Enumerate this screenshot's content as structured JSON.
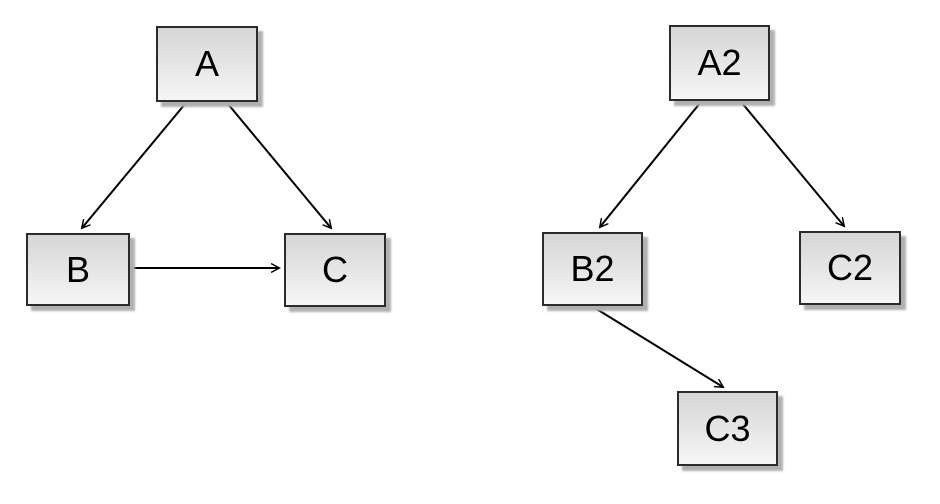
{
  "canvas": {
    "background_color": "#ffffff"
  },
  "style": {
    "node_fill_top": "#d6d6d6",
    "node_fill_bottom": "#f6f6f6",
    "node_border_color": "#2b2b2b",
    "node_shadow_color": "#b0b0b0",
    "edge_color": "#000000",
    "text_color": "#000000"
  },
  "diagrams": {
    "left": {
      "nodes": [
        {
          "id": "A",
          "label": "A"
        },
        {
          "id": "B",
          "label": "B"
        },
        {
          "id": "C",
          "label": "C"
        }
      ],
      "edges": [
        {
          "from": "A",
          "to": "B"
        },
        {
          "from": "A",
          "to": "C"
        },
        {
          "from": "B",
          "to": "C"
        }
      ]
    },
    "right": {
      "nodes": [
        {
          "id": "A2",
          "label": "A2"
        },
        {
          "id": "B2",
          "label": "B2"
        },
        {
          "id": "C2",
          "label": "C2"
        },
        {
          "id": "C3",
          "label": "C3"
        }
      ],
      "edges": [
        {
          "from": "A2",
          "to": "B2"
        },
        {
          "from": "A2",
          "to": "C2"
        },
        {
          "from": "B2",
          "to": "C3"
        }
      ]
    }
  }
}
